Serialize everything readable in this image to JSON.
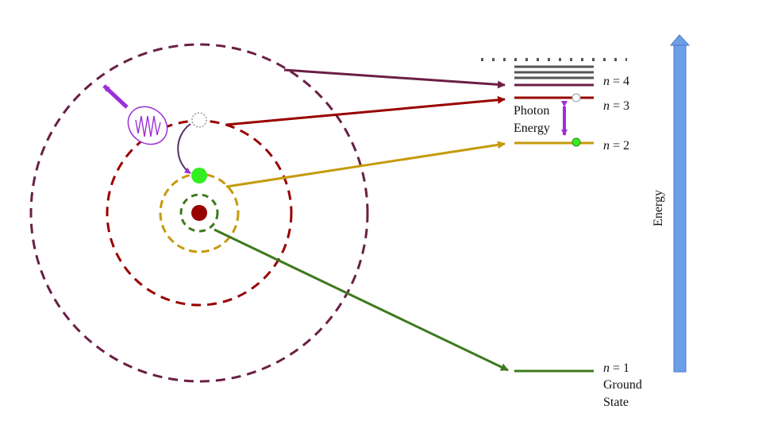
{
  "diagram": {
    "colors": {
      "orbit_n1": "#3d7a1e",
      "orbit_n2": "#c59a0c",
      "orbit_n3": "#990000",
      "orbit_n4": "#6a1f45",
      "nucleus": "#990000",
      "electron": "#33ee22",
      "photon": "#9b30d9",
      "energy_arrow": "#6d9ee8",
      "upper_levels": "#555555"
    },
    "levels": [
      {
        "n_symbol": "n",
        "eq": " = 4"
      },
      {
        "n_symbol": "n",
        "eq": " = 3"
      },
      {
        "n_symbol": "n",
        "eq": " = 2"
      },
      {
        "n_symbol": "n",
        "eq": " = 1",
        "line2": "Ground",
        "line3": "State"
      }
    ],
    "photon_label": {
      "line1": "Photon",
      "line2": "Energy"
    },
    "energy_axis_label": "Energy",
    "icons": {
      "photon": "photon-wave-icon",
      "electron": "electron-dot-icon",
      "nucleus": "nucleus-icon"
    }
  }
}
